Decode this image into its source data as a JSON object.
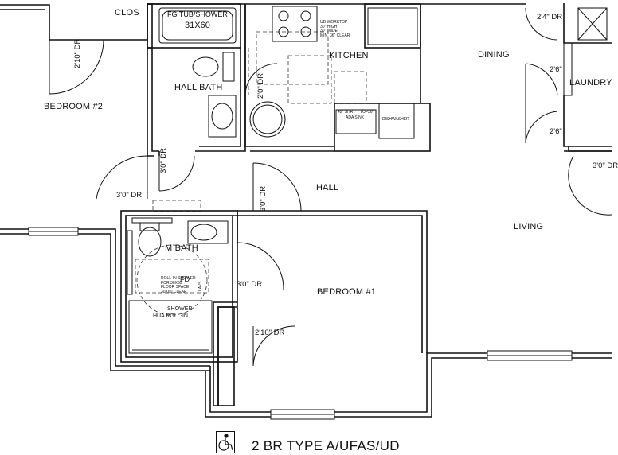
{
  "title": "2 BR TYPE A/UFAS/UD",
  "rooms": {
    "bedroom2": "BEDROOM #2",
    "bedroom1": "BEDROOM #1",
    "hall_bath": "HALL BATH",
    "kitchen": "KITCHEN",
    "dining": "DINING",
    "laundry": "LAUNDRY",
    "living": "LIVING",
    "hall": "HALL",
    "m_bath": "M BATH",
    "clos": "CLOS"
  },
  "fixtures": {
    "tub": "FG TUB/SHOWER",
    "tub_size": "31X60",
    "shower": "SHOWER",
    "shower_note": "HUA ROLL-IN",
    "dishwasher": "DISHWASHER",
    "ud_worktop": [
      "UD WORKTOP",
      "30\" HIGH",
      "30\" WIDE",
      "MIN. 36\" CLEAR"
    ],
    "counter_notes": [
      "42\" SHR",
      "ADA SINK",
      "TOP",
      "36\""
    ],
    "roll_in": [
      "ROLL-IN SHOWER",
      "FOR 30X60",
      "FLOOR SPACE",
      "30X60 CLEAR"
    ],
    "fd": "FD",
    "lavs": "LAVS"
  },
  "doors": {
    "d1": "2'10\" DR",
    "d2": "2'0\" DR",
    "d3": "3'0\" DR",
    "d4": "3'0\" DR",
    "d5": "3'0\" DR",
    "d6": "3'0\" DR",
    "d7": "2'10\" DR",
    "d8": "2'4\" DR",
    "d9": "2'6\"",
    "d10": "2'6\"",
    "d11": "3'0\" DR"
  },
  "icons": {
    "accessible": "wheelchair-icon"
  }
}
